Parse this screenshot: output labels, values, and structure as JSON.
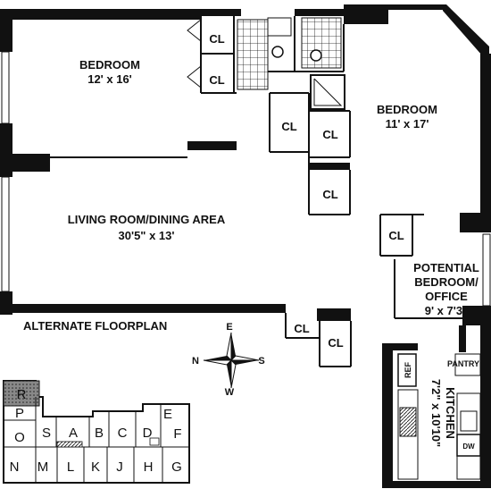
{
  "rooms": {
    "bedroom_left": {
      "name": "BEDROOM",
      "dims": "12' x 16'"
    },
    "bedroom_right": {
      "name": "BEDROOM",
      "dims": "11' x 17'"
    },
    "living": {
      "name": "LIVING ROOM/DINING AREA",
      "dims": "30'5\" x 13'"
    },
    "office": {
      "line1": "POTENTIAL",
      "line2": "BEDROOM/",
      "line3": "OFFICE",
      "dims": "9' x 7'3\""
    },
    "kitchen": {
      "name": "KITCHEN",
      "dims": "7'2\" x 10'10\""
    }
  },
  "closet_label": "CL",
  "fixtures": {
    "ref": "REF",
    "pantry": "PANTRY",
    "dw": "DW"
  },
  "alternate_label": "ALTERNATE FLOORPLAN",
  "compass": {
    "n": "N",
    "e": "E",
    "s": "S",
    "w": "W"
  },
  "keyplan": {
    "top": [
      "R",
      "P",
      "O"
    ],
    "mid": [
      "S",
      "A",
      "B",
      "C",
      "D",
      "E",
      "F"
    ],
    "bottom": [
      "N",
      "M",
      "L",
      "K",
      "J",
      "H",
      "G"
    ],
    "highlight": "R"
  }
}
